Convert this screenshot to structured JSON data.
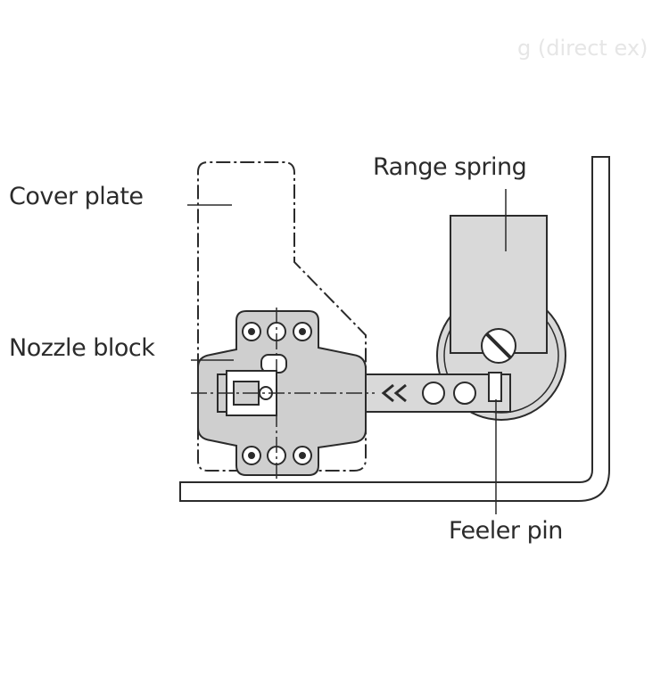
{
  "watermark": "g (direct ex)",
  "labels": {
    "cover_plate": "Cover plate",
    "range_spring": "Range spring",
    "nozzle_block": "Nozzle block",
    "feeler_pin": "Feeler pin"
  },
  "colors": {
    "line": "#2b2b2b",
    "part_fill": "#cfcfcf",
    "spring_fill": "#d9d9d9"
  }
}
